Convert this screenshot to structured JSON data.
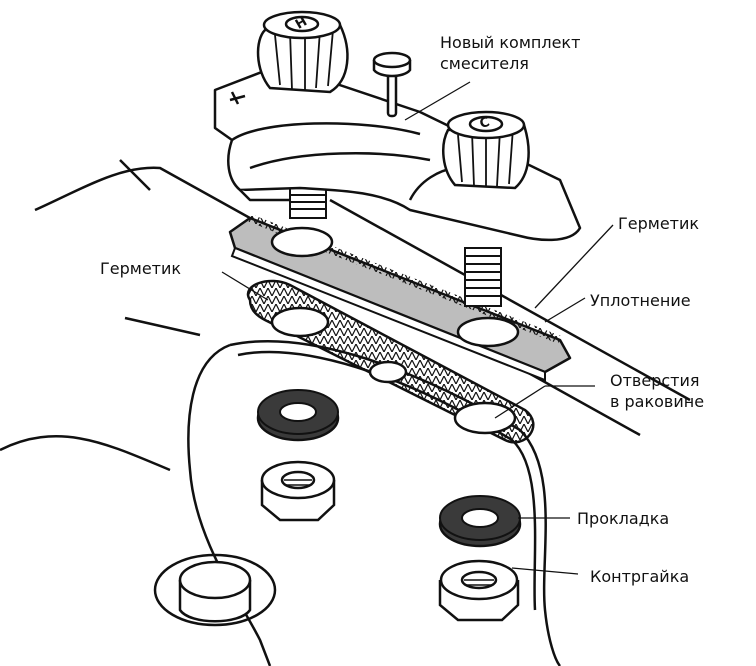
{
  "diagram": {
    "title": "Установка смесителя на раковину",
    "labels": {
      "new_faucet_kit_line1": "Новый комплект",
      "new_faucet_kit_line2": "смесителя",
      "sealant_right": "Герметик",
      "sealant_left": "Герметик",
      "gasket": "Уплотнение",
      "sink_holes_line1": "Отверстия",
      "sink_holes_line2": "в раковине",
      "washer": "Прокладка",
      "locknut": "Контргайка"
    },
    "knob_marks": {
      "hot": "Н",
      "cold": "С"
    },
    "colors": {
      "line": "#111111",
      "plate_fill": "#bdbdbd",
      "washer_fill": "#3a3a3a",
      "background": "#ffffff"
    }
  }
}
